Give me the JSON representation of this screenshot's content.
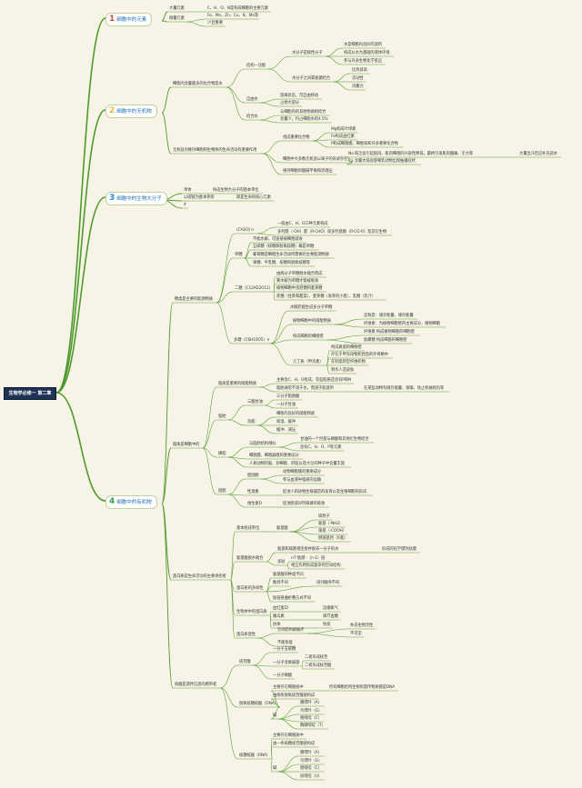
{
  "title": "生物学必修一 第二章",
  "sections": [
    {
      "num": "1",
      "label": "细胞中的元素"
    },
    {
      "num": "2",
      "label": "细胞中的无机物"
    },
    {
      "num": "3",
      "label": "细胞中的生物大分子"
    },
    {
      "num": "4",
      "label": "细胞中的有机物"
    }
  ],
  "colors": {
    "root_bg": "#1f3357",
    "link": "#4f9a2c",
    "accent": "#1f6fb4",
    "num1": "#d6453a",
    "num2": "#e8b93a",
    "num3": "#2f86c8",
    "num4": "#35a34a"
  },
  "texts": {
    "s1a": "大量元素",
    "s1a1": "C、H、O、N是构成细胞的主要元素",
    "s1b": "微量元素",
    "s1b1": "Fe、Mn、Zn、Cu、B、Mo等",
    "s1b2": "少且重要",
    "s2a": "细胞内含量最多的化合物是水",
    "s2a1": "结构—功能",
    "s2a1a": "水分子是极性分子",
    "s2a1a1": "水是细胞内良好的溶剂",
    "s2a1a2": "构成以水为基础的液体环境",
    "s2a1a3": "参与许多生物化学反应",
    "s2a1b": "水分子之间靠氢键结合",
    "s2a1b1": "比热容高",
    "s2a1b2": "流动性",
    "s2a1b3": "内聚力",
    "s2a2": "自由水",
    "s2a2a": "游离状态，可自由移动",
    "s2a2b": "占绝大部分",
    "s2a3": "结合水",
    "s2a3a": "与细胞内的其他物质相结合",
    "s2a3b": "含量少，约占细胞水的4.5%",
    "s2b": "无机盐对维持细胞和生物体的生命活动有重要作用",
    "s2b1": "组成重要化合物",
    "s2b1a": "Mg构成叶绿素",
    "s2b1b": "Fe构成血红素",
    "s2b1c": "P构成细胞膜、细胞核和许多重要化合物",
    "s2b2": "细胞中大多数无机盐以离子的形式存在",
    "s2b2a": "Na 缺乏会引起肌肉、肌肉细胞的兴奋性降低，最终引发肌肉酸痛、无力等",
    "s2b2a1": "大量出汗后应补充盐水",
    "s2b2b": "Ca 含量太低会使哺乳动物出现抽搐症状",
    "s2b3": "维持细胞的酸碱平衡和渗透压",
    "s3a": "单体",
    "s3a1": "构成生物大分子的基本单位",
    "s3b": "以碳链为基本骨架",
    "s3b1": "碳是生命的核心元素",
    "s3c": "4",
    "s4a": "糖类是主要的能源物质",
    "s4a0": "(CH2O) n",
    "s4a0a": "一般由C、H、O三种元素构成",
    "s4a0b": "多羟醛（-OH）醛（R-CHO）或多羟基酮（R-CO-R）及其衍生物",
    "s4a1": "单糖",
    "s4a1a": "不能水解，可直接被细胞吸收",
    "s4a1b": "五碳糖（核糖和脱氧核糖）概是单糖",
    "s4a1c": "葡萄糖是细胞生命活动所需要的主要能源物质",
    "s4a1d": "果糖、半乳糖、核糖和脱氧核糖等",
    "s4a2": "二糖（C12H22O11）",
    "s4a2a": "由两分子单糖脱水缩合而成",
    "s4a2b": "要水解为单糖才能被吸收",
    "s4a2c": "植物细胞中含蔗糖和麦芽糖",
    "s4a2d": "蔗糖（甘蔗和甜菜）、麦芽糖（发芽的小麦）、乳糖（乳汁）",
    "s4a3": "多糖（C6H10O5）n",
    "s4a3a": "水解后能生成多分子单糖",
    "s4a3b": "植物细胞中的储能物质",
    "s4a3b1": "淀粉是：储存能量、储存能量",
    "s4a3b2": "纤维素：为植物细胞壁的主要成分，植物细胞",
    "s4a3c": "构成细胞的细胞壁",
    "s4a3c1": "纤维素 构成植物细胞的细胞壁",
    "s4a3c2": "肽聚糖 构成细菌的细胞壁",
    "s4a3d": "几丁质（甲壳素）",
    "s4a3d1": "构成真菌的细胞壁",
    "s4a3d2": "存在于甲壳动物和昆虫的外骨骼中",
    "s4a3d3": "在制造新型纤维织物",
    "s4a3d4": "制作人造皮肤",
    "s4b": "脂质是细胞中的",
    "s4b0": "脂质是重要的储能物质",
    "s4b0a": "主要含C、H、O组成，有些脂质还含有P和N",
    "s4b0b": "脂肪通常不溶于水，而溶于脂溶剂",
    "s4b0b1": "在某些动物有储存能量、保暖、防止机械损伤等",
    "s4b1": "脂肪",
    "s4b1a": "三酸甘油",
    "s4b1a1": "三分子脂肪酸",
    "s4b1a2": "一分子甘油",
    "s4b1b": "功能",
    "s4b1b1": "细胞内良好的储能物质",
    "s4b1b2": "保温、缓冲",
    "s4b1b3": "缓冲、减压",
    "s4b2": "磷脂",
    "s4b2a": "与脂肪结构相似",
    "s4b2a1": "甘油的一个羟基与磷酸和其他衍生物结合",
    "s4b2a2": "含有C、H、O、P等元素",
    "s4b2b": "细胞膜、细胞器膜的重要成分",
    "s4b2c": "人和动物的脑、卵细胞、肝脏以及大豆的种子中含量丰富",
    "s4b3": "固醇",
    "s4b3a": "胆固醇",
    "s4b3a1": "动物细胞膜的重要成分",
    "s4b3a2": "参与血液中脂质的运输",
    "s4b3b": "性激素",
    "s4b3b1": "促进人和动物生殖器官的发育以及生殖细胞的形成",
    "s4b3c": "维生素D",
    "s4b3c1": "促进肠道对钙和磷的吸收",
    "s4c": "蛋白质是生命活动的主要承担者",
    "s4c1": "基本组成单位",
    "s4c1a": "氨基酸",
    "s4c1a1": "碳原子",
    "s4c1a2": "氨基（-NH2）",
    "s4c1a3": "羧基（-COOH）",
    "s4c1a4": "侧链基团（R基）",
    "s4c2": "氨基酸脱水缩合",
    "s4c2a": "氨基和羧基相连接并脱去一分子的水",
    "s4c2a1": "形成的化学键为肽键",
    "s4c2b": "多肽",
    "s4c2b1": "n个肽键 -（n-1）链",
    "s4c2b2": "相互作用形成复杂的空间结构",
    "s4c3": "蛋白质的多样性",
    "s4c3a": "氨基酸的种类不同",
    "s4c3b": "数目不同",
    "s4c3c": "排列顺序不同",
    "s4c3d": "肽链盘曲折叠方式不同",
    "s4c4": "生物体中的蛋白质",
    "s4c4a": "血红蛋白",
    "s4c4a1": "运输氧气",
    "s4c4b": "胰岛素",
    "s4c4b1": "调节血糖",
    "s4c4c": "抗体",
    "s4c4c1": "免疫",
    "s4c5": "蛋白质变性",
    "s4c5a": "空间结构被破坏",
    "s4c5a1": "失去生物活性",
    "s4c5a2": "不可逆",
    "s4c5b": "不能恢复",
    "s4d": "核酸是遗传信息的携带者",
    "s4d1": "核苷酸",
    "s4d1a": "一分子五碳糖",
    "s4d1b": "一分子含氮碱基",
    "s4d1b1": "二者形成核苷",
    "s4d1b2": "二者形成核苷酸",
    "s4d1c": "一分子磷酸",
    "s4d2": "脱氧核糖核酸（DNA）",
    "s4d2a": "主要存在细胞核中",
    "s4d2a1": "所有细胞结构生物的遗传物质都是DNA",
    "s4d2b": "由两条脱氧核苷酸链构成",
    "s4d2c": "碱",
    "s4d2c1": "腺嘌呤（A）",
    "s4d2c2": "鸟嘌呤（G）",
    "s4d2c3": "胞嘧啶（C）",
    "s4d2c4": "胸腺嘧啶（T）",
    "s4d3": "核糖核酸（RNA）",
    "s4d3a": "主要存在细胞质中",
    "s4d3b": "由一条核糖核苷酸链构成",
    "s4d3c": "碱",
    "s4d3c1": "腺嘌呤（A）",
    "s4d3c2": "鸟嘌呤（G）",
    "s4d3c3": "胞嘧啶（C）",
    "s4d3c4": "尿嘧啶（U）"
  }
}
